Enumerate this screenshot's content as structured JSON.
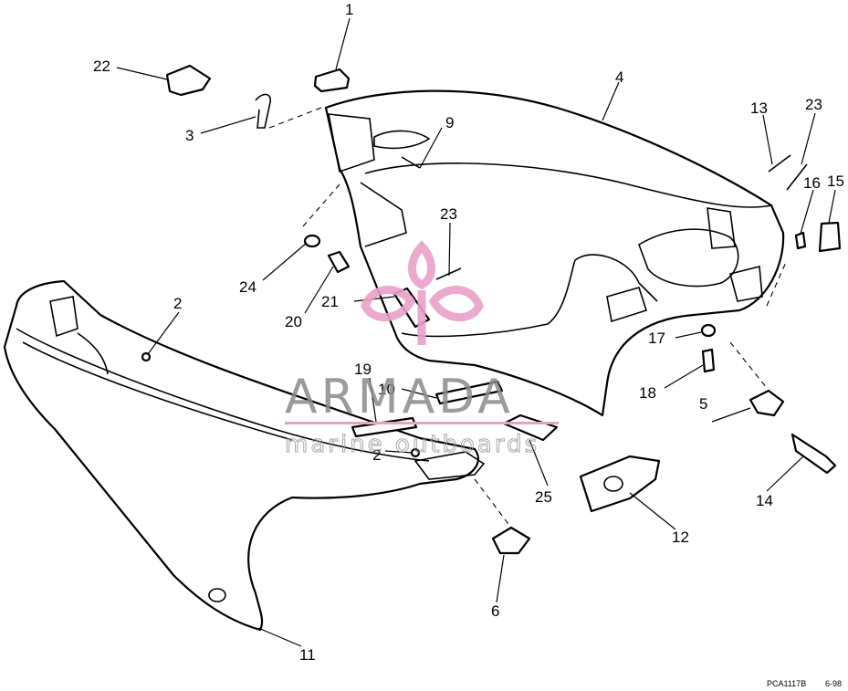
{
  "callouts": [
    "1",
    "2",
    "2",
    "3",
    "4",
    "5",
    "6",
    "9",
    "10",
    "11",
    "12",
    "13",
    "14",
    "15",
    "16",
    "17",
    "18",
    "19",
    "20",
    "21",
    "22",
    "23",
    "23",
    "24",
    "25"
  ],
  "watermark": {
    "brand": "ARMADA",
    "tagline": "marine outboards",
    "accent": "#e8a0c8"
  },
  "footer": {
    "code": "PCA1117B",
    "date": "6-98"
  }
}
